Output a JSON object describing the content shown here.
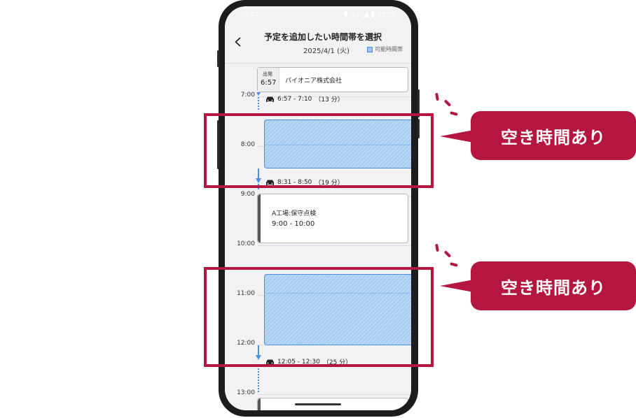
{
  "status_bar": {
    "time": "10:07",
    "network": "4G",
    "battery": "100%"
  },
  "header": {
    "title": "予定を追加したい時間帯を選択",
    "date": "2025/4/1 (火)",
    "legend_label": "可能時間帯"
  },
  "timeline": {
    "hours": [
      "7:00",
      "8:00",
      "9:00",
      "10:00",
      "11:00",
      "12:00",
      "13:00"
    ],
    "departure": {
      "label": "出発",
      "time": "6:57",
      "place": "パイオニア株式会社"
    },
    "travel": [
      {
        "time": "6:57 - 7:10",
        "duration": "（13 分）"
      },
      {
        "time": "8:31 - 8:50",
        "duration": "（19 分）"
      },
      {
        "time": "12:05 - 12:30",
        "duration": "（25 分）"
      }
    ],
    "event": {
      "title": "A工場:保守点検",
      "time": "9:00 - 10:00"
    }
  },
  "annotations": [
    {
      "label": "空き時間あり"
    },
    {
      "label": "空き時間あり"
    }
  ],
  "colors": {
    "accent": "#b5163f",
    "free_slot": "#a9cdf2",
    "free_slot_border": "#4a90e2",
    "phone_frame": "#1c1c1e"
  }
}
